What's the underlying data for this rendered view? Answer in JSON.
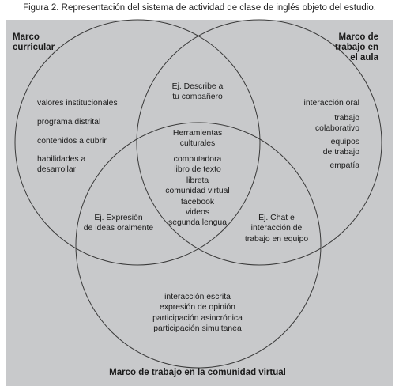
{
  "caption": "Figura 2. Representación del sistema de actividad de clase de inglés objeto del estudio.",
  "circles": {
    "curricular": {
      "title": "Marco\ncurricular",
      "items": [
        "valores institucionales",
        "programa distrital",
        "contenidos a cubrir",
        "habilidades a\ndesarrollar"
      ]
    },
    "aula": {
      "title": "Marco de\ntrabajo en\nel aula",
      "items": [
        "interacción oral",
        "trabajo\ncolaborativo",
        "equipos\nde trabajo",
        "empatía"
      ]
    },
    "virtual": {
      "title": "Marco de trabajo en la comunidad virtual",
      "items": [
        "interacción escrita\nexpresión de opinión\nparticipación asincrónica\nparticipación simultanea"
      ]
    }
  },
  "intersections": {
    "curricular_aula": "Ej. Describe a\ntu compañero",
    "curricular_virtual": "Ej. Expresión\nde ideas oralmente",
    "aula_virtual": "Ej. Chat e\ninteracción de\ntrabajo en equipo",
    "center_title": "Herramientas\nculturales",
    "center_items": "computadora\nlibro de texto\nlibreta\ncomunidad virtual\nfacebook\nvideos\nsegunda lengua"
  },
  "colors": {
    "panel": "#c8c9cb",
    "stroke": "#3a3a3a",
    "text": "#1b1b1b"
  }
}
